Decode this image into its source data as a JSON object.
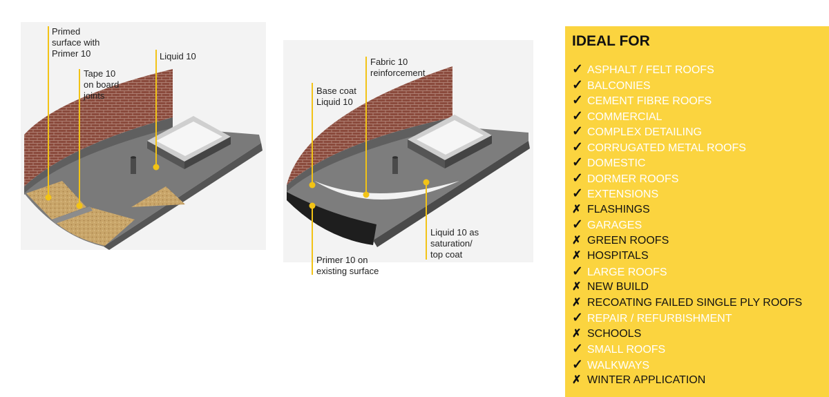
{
  "colors": {
    "panel": "#fbd43f",
    "brick": "#8a4a3c",
    "membrane": "#727272",
    "deck": "#c8a468",
    "callout": "#f2c316"
  },
  "left_diagram": {
    "labels": {
      "primed": [
        "Primed",
        "surface with",
        "Primer 10"
      ],
      "tape": [
        "Tape 10",
        "on board",
        "joints"
      ],
      "liquid": [
        "Liquid 10"
      ]
    }
  },
  "right_diagram": {
    "labels": {
      "fabric": [
        "Fabric 10",
        "reinforcement"
      ],
      "base": [
        "Base coat",
        "Liquid 10"
      ],
      "topcoat": [
        "Liquid 10 as",
        "saturation/",
        "top coat"
      ],
      "primer": [
        "Primer 10 on",
        "existing surface"
      ]
    }
  },
  "ideal_for": {
    "title": "IDEAL FOR",
    "items": [
      {
        "label": "ASPHALT / FELT ROOFS",
        "ok": true,
        "mark": "✓"
      },
      {
        "label": "BALCONIES",
        "ok": true,
        "mark": "✓"
      },
      {
        "label": "CEMENT FIBRE ROOFS",
        "ok": true,
        "mark": "✓"
      },
      {
        "label": "COMMERCIAL",
        "ok": true,
        "mark": "✓"
      },
      {
        "label": "COMPLEX DETAILING",
        "ok": true,
        "mark": "✓"
      },
      {
        "label": "CORRUGATED METAL ROOFS",
        "ok": true,
        "mark": "✓"
      },
      {
        "label": "DOMESTIC",
        "ok": true,
        "mark": "✓"
      },
      {
        "label": "DORMER ROOFS",
        "ok": true,
        "mark": "✓"
      },
      {
        "label": "EXTENSIONS",
        "ok": true,
        "mark": "✓"
      },
      {
        "label": "FLASHINGS",
        "ok": false,
        "mark": "✗"
      },
      {
        "label": "GARAGES",
        "ok": true,
        "mark": "✓"
      },
      {
        "label": "GREEN ROOFS",
        "ok": false,
        "mark": "✗"
      },
      {
        "label": "HOSPITALS",
        "ok": false,
        "mark": "✗"
      },
      {
        "label": "LARGE ROOFS",
        "ok": true,
        "mark": "✓"
      },
      {
        "label": "NEW BUILD",
        "ok": false,
        "mark": "✗"
      },
      {
        "label": "RECOATING FAILED SINGLE PLY ROOFS",
        "ok": false,
        "mark": "✗"
      },
      {
        "label": "REPAIR / REFURBISHMENT",
        "ok": true,
        "mark": "✓"
      },
      {
        "label": "SCHOOLS",
        "ok": false,
        "mark": "✗"
      },
      {
        "label": "SMALL ROOFS",
        "ok": true,
        "mark": "✓"
      },
      {
        "label": "WALKWAYS",
        "ok": true,
        "mark": "✓"
      },
      {
        "label": "WINTER APPLICATION",
        "ok": false,
        "mark": "✗"
      }
    ]
  }
}
